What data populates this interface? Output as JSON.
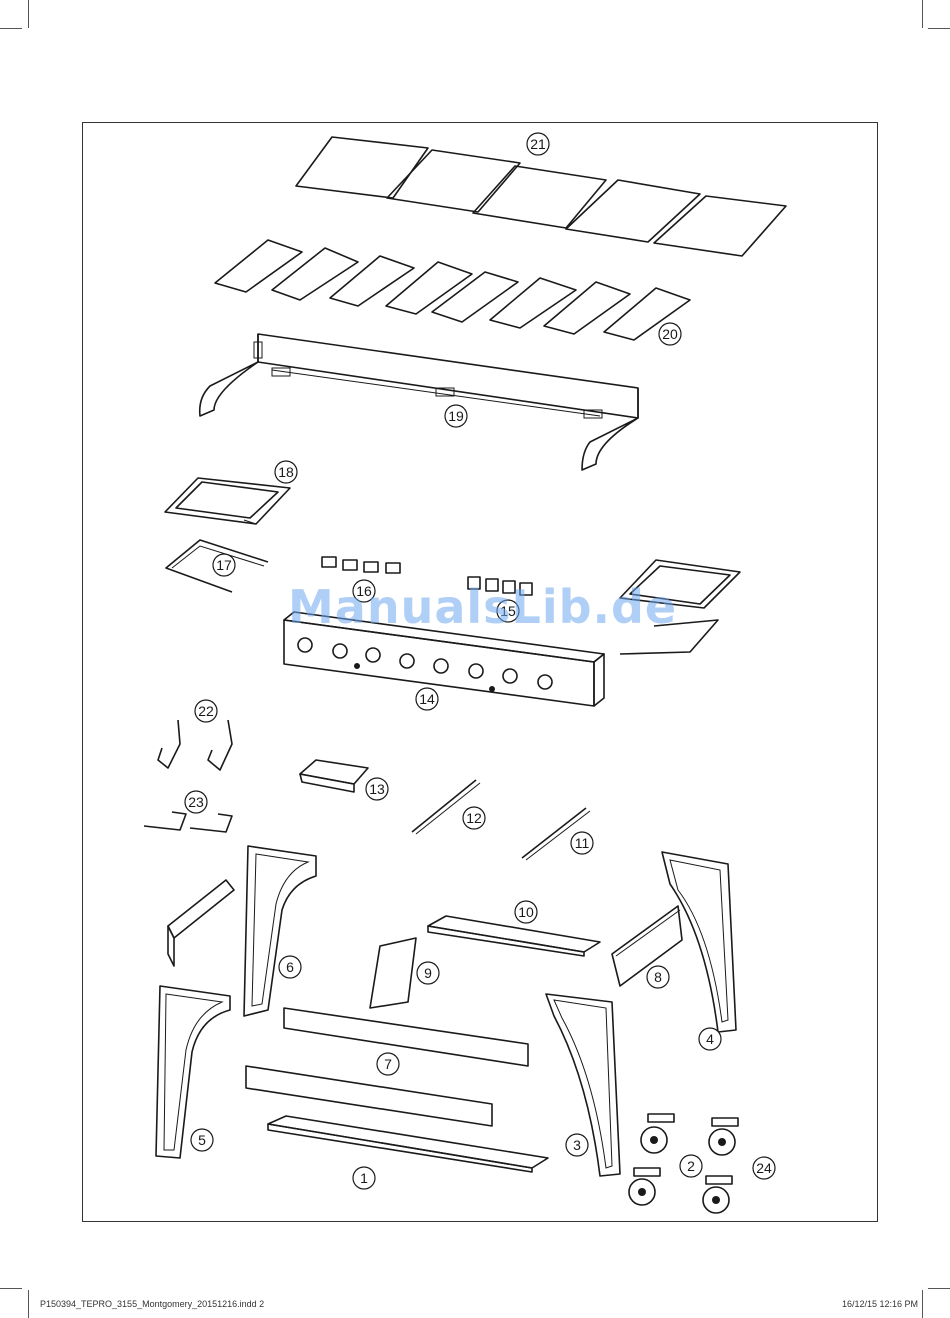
{
  "watermark": "ManualsLib.de",
  "footer": {
    "file": "P150394_TEPRO_3155_Montgomery_20151216.indd   2",
    "date_time": "16/12/15   12:16 PM"
  },
  "part_labels": [
    "1",
    "2",
    "3",
    "4",
    "5",
    "6",
    "7",
    "8",
    "9",
    "10",
    "11",
    "12",
    "13",
    "14",
    "15",
    "16",
    "17",
    "18",
    "19",
    "20",
    "21",
    "22",
    "23",
    "24"
  ]
}
